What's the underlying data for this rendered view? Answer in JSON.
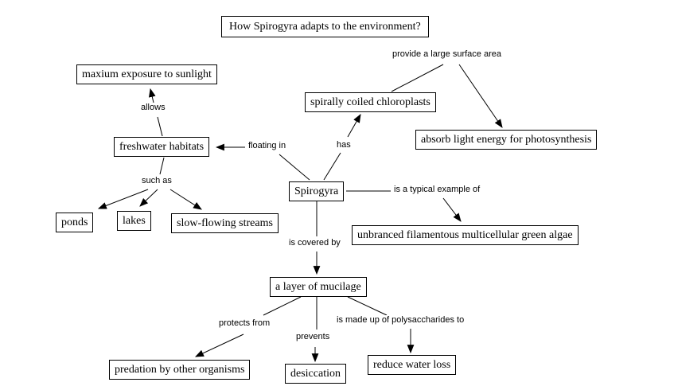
{
  "colors": {
    "background": "#ffffff",
    "ink": "#000000"
  },
  "diagram": {
    "title": "How Spirogyra adapts to the environment?",
    "nodes": {
      "maxium_exposure": "maxium exposure to sunlight",
      "spirally_coiled": "spirally coiled chloroplasts",
      "absorb_light": "absorb light energy for photosynthesis",
      "freshwater_habitats": "freshwater habitats",
      "spirogyra": "Spirogyra",
      "ponds": "ponds",
      "lakes": "lakes",
      "slow_flowing_streams": "slow-flowing streams",
      "unbranced_algae": "unbranced filamentous multicellular green algae",
      "layer_of_mucilage": "a layer of mucilage",
      "predation": "predation by other organisms",
      "desiccation": "desiccation",
      "reduce_water_loss": "reduce water loss"
    },
    "link_labels": {
      "provide_surface": "provide a large surface area",
      "allows": "allows",
      "floating_in": "floating in",
      "has": "has",
      "such_as": "such as",
      "typical_example": "is a typical example of",
      "is_covered_by": "is covered by",
      "protects_from": "protects from",
      "prevents": "prevents",
      "made_up_of": "is made up of polysaccharides to"
    }
  }
}
